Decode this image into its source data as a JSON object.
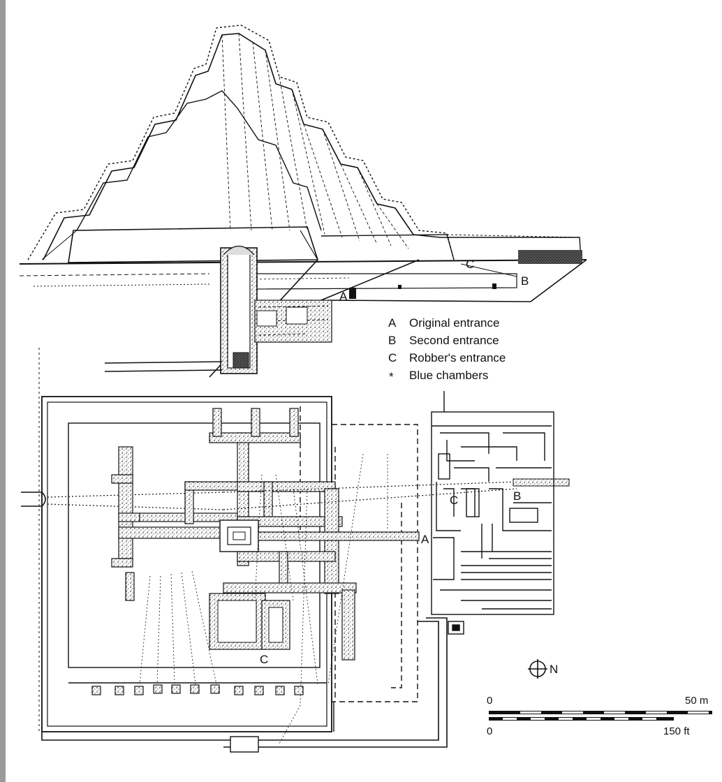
{
  "section_markers": {
    "a": "A",
    "b": "B",
    "c": "C"
  },
  "legend": {
    "items": [
      {
        "key": "A",
        "label": "Original entrance"
      },
      {
        "key": "B",
        "label": "Second entrance"
      },
      {
        "key": "C",
        "label": "Robber's entrance"
      },
      {
        "key": "*",
        "label": "Blue chambers"
      }
    ]
  },
  "plan_markers": {
    "a": "A",
    "b": "B",
    "c_upper": "C",
    "c_lower": "C"
  },
  "compass": {
    "label": "N"
  },
  "scale": {
    "m_start": "0",
    "m_end": "50 m",
    "ft_start": "0",
    "ft_end": "150 ft"
  }
}
